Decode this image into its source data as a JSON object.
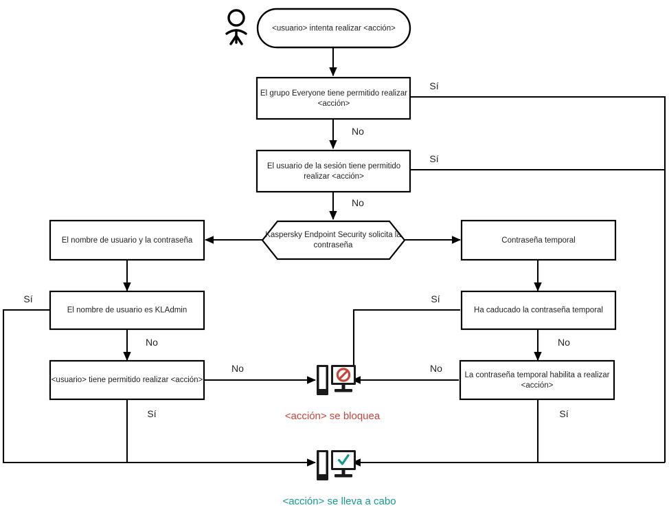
{
  "diagram": {
    "title": "Flujo de autorizacion de acciones con contrasena de Kaspersky Endpoint Security",
    "language": "es",
    "colors": {
      "blocked": "#c8453c",
      "allowed": "#159b8a",
      "node_stroke": "#000000",
      "node_fill": "#ffffff",
      "text": "#231f20",
      "icon_dark": "#1a1a1a"
    },
    "actor": {
      "name": "usuario-actor",
      "icon": "person-icon"
    },
    "nodes": {
      "start": {
        "id": "start",
        "shape": "rounded",
        "lines": [
          "<usuario> intenta realizar <acción>"
        ]
      },
      "everyone": {
        "id": "everyone",
        "shape": "rect",
        "lines": [
          "El grupo Everyone tiene permitido realizar",
          "<acción>"
        ]
      },
      "session_user": {
        "id": "session_user",
        "shape": "rect",
        "lines": [
          "El usuario de la sesión tiene permitido",
          "realizar <acción>"
        ]
      },
      "kes_prompt": {
        "id": "kes_prompt",
        "shape": "hexagon",
        "lines": [
          "Kaspersky Endpoint Security solicita la",
          "contraseña"
        ]
      },
      "user_and_password": {
        "id": "user_and_password",
        "shape": "rect",
        "lines": [
          "El nombre de usuario y la contraseña"
        ]
      },
      "temp_password": {
        "id": "temp_password",
        "shape": "rect",
        "lines": [
          "Contraseña temporal"
        ]
      },
      "is_kladmin": {
        "id": "is_kladmin",
        "shape": "rect",
        "lines": [
          "El nombre de usuario es KLAdmin"
        ]
      },
      "temp_expired": {
        "id": "temp_expired",
        "shape": "rect",
        "lines": [
          "Ha caducado la contraseña temporal"
        ]
      },
      "user_allowed": {
        "id": "user_allowed",
        "shape": "rect",
        "lines": [
          "<usuario> tiene permitido realizar <acción>"
        ]
      },
      "temp_enables": {
        "id": "temp_enables",
        "shape": "rect",
        "lines": [
          "La contraseña temporal habilita a realizar",
          "<acción>"
        ]
      },
      "blocked": {
        "id": "blocked",
        "shape": "icon",
        "icon": "computer-blocked-icon",
        "caption": "<acción> se bloquea"
      },
      "allowed": {
        "id": "allowed",
        "shape": "icon",
        "icon": "computer-allowed-icon",
        "caption": "<acción> se lleva a cabo"
      }
    },
    "edge_labels": {
      "everyone_yes": "Sí",
      "everyone_no": "No",
      "session_yes": "Sí",
      "session_no": "No",
      "kladmin_yes": "Sí",
      "kladmin_no": "No",
      "user_allowed_no": "No",
      "user_allowed_yes": "Sí",
      "temp_expired_yes": "Sí",
      "temp_expired_no": "No",
      "temp_enables_no": "No",
      "temp_enables_yes": "Sí"
    }
  }
}
